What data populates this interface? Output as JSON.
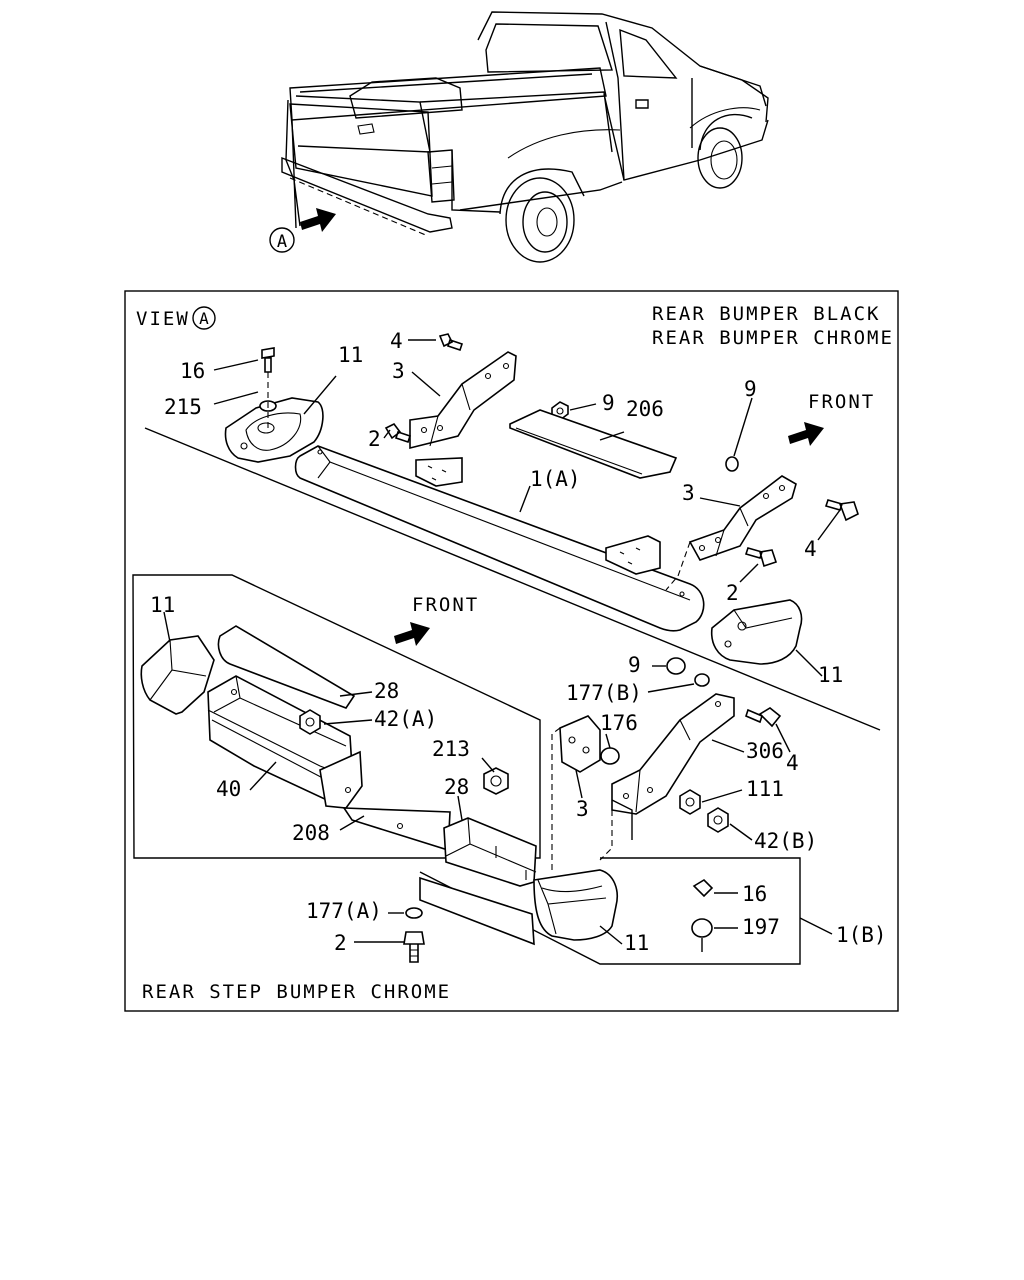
{
  "header": {
    "view_label": "VIEW",
    "view_callout": "A",
    "variant_black": "REAR BUMPER BLACK",
    "variant_chrome": "REAR BUMPER CHROME",
    "step_bumper": "REAR STEP BUMPER CHROME"
  },
  "truck": {
    "view_callout": "A"
  },
  "front_labels": {
    "upper": "FRONT",
    "lower": "FRONT"
  },
  "callouts": {
    "c4_top": "4",
    "c3_top": "3",
    "c9_top": "9",
    "c16_top": "16",
    "c215": "215",
    "c11_top": "11",
    "c2_top": "2",
    "c206": "206",
    "c1a": "1(A)",
    "c9_right": "9",
    "c3_right": "3",
    "c4_right": "4",
    "c2_right": "2",
    "c11_left": "11",
    "c11_right": "11",
    "c28_top": "28",
    "c42a": "42(A)",
    "c40": "40",
    "c213": "213",
    "c28_mid": "28",
    "c208": "208",
    "c9_low": "9",
    "c177b": "177(B)",
    "c176": "176",
    "c306": "306",
    "c4_low": "4",
    "c3_low": "3",
    "c111": "111",
    "c42b": "42(B)",
    "c16_low": "16",
    "c197": "197",
    "c1b": "1(B)",
    "c11_low": "11",
    "c177a": "177(A)",
    "c2_low": "2"
  }
}
